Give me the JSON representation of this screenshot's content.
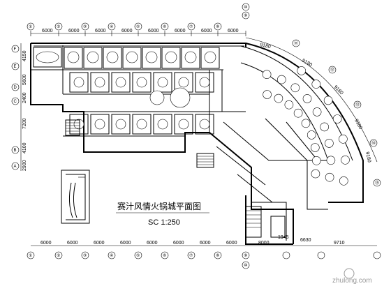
{
  "drawing": {
    "title_cn": "赛汁风情火锅城平面图",
    "scale": "SC 1:250"
  },
  "dimensions": {
    "top": [
      "6000",
      "6000",
      "6000",
      "6000",
      "6000",
      "6000",
      "6000",
      "6000"
    ],
    "bottom": [
      "6000",
      "6000",
      "6000",
      "6000",
      "6000",
      "6000",
      "6000",
      "6000",
      "8000",
      "6630",
      "9710"
    ],
    "bottom_extra": "1945",
    "left": [
      "4150",
      "5600",
      "2400",
      "7200",
      "4100",
      "2900"
    ],
    "arc": [
      "9180",
      "9180",
      "9180",
      "9180",
      "9180"
    ]
  },
  "axes": {
    "columns": [
      "①",
      "②",
      "③",
      "④",
      "⑤",
      "⑥",
      "⑦",
      "⑧",
      "⑨",
      "⑩"
    ],
    "rows": [
      "F",
      "E",
      "D",
      "C",
      "B",
      "A"
    ],
    "arc_nodes": [
      "⑪",
      "⑫",
      "⑬",
      "⑭",
      "⑮",
      "⑯"
    ]
  },
  "watermark": "zhulong.com"
}
